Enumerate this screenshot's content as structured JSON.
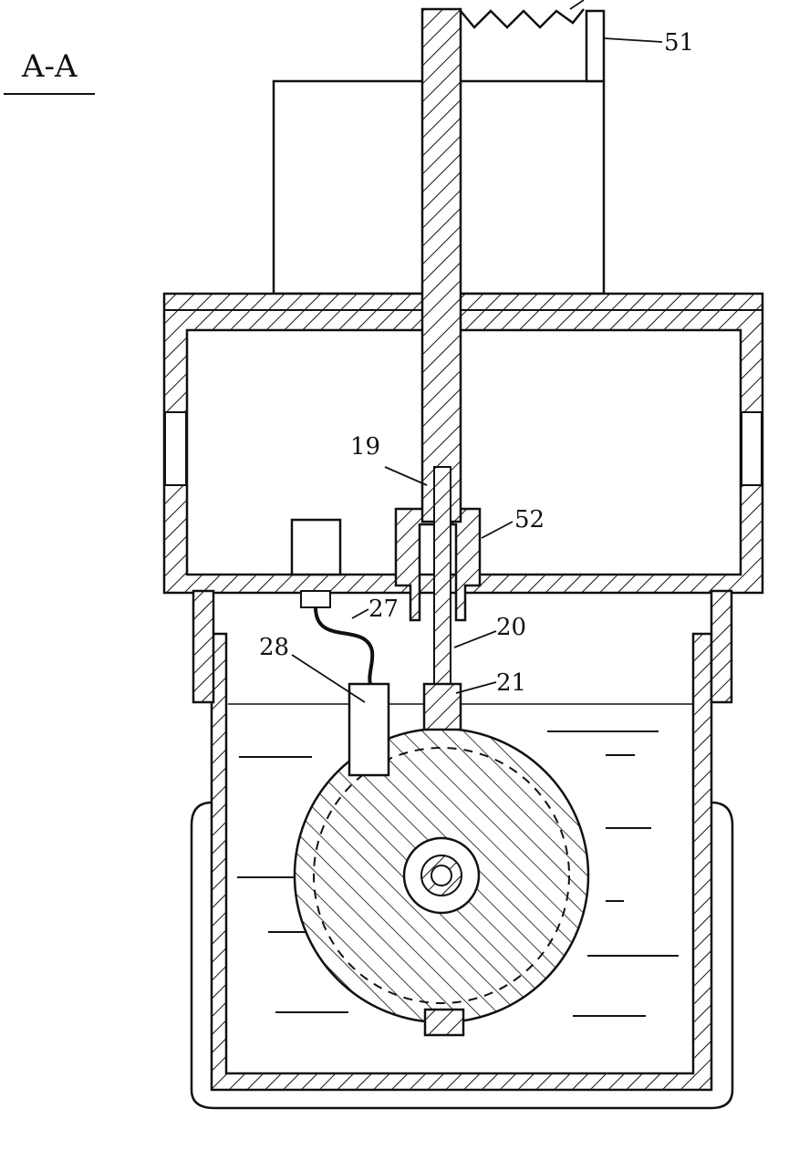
{
  "figure": {
    "section_label": "A-A",
    "callouts": [
      {
        "id": "19",
        "text": "19"
      },
      {
        "id": "20",
        "text": "20"
      },
      {
        "id": "21",
        "text": "21"
      },
      {
        "id": "27",
        "text": "27"
      },
      {
        "id": "28",
        "text": "28"
      },
      {
        "id": "51",
        "text": "51"
      },
      {
        "id": "52",
        "text": "52"
      }
    ]
  }
}
